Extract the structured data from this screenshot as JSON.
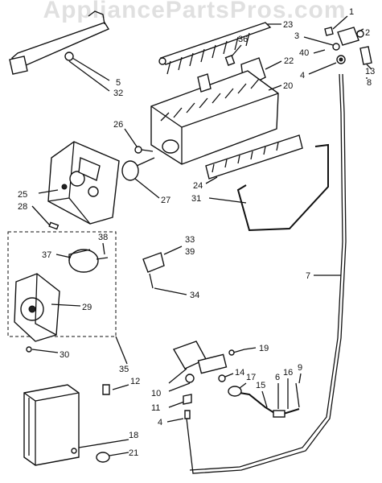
{
  "watermark": "AppliancePartsPros.com",
  "labels": {
    "l1": "1",
    "l2": "2",
    "l3": "3",
    "l4a": "4",
    "l4b": "4",
    "l5": "5",
    "l6": "6",
    "l7": "7",
    "l8": "8",
    "l9": "9",
    "l10": "10",
    "l11": "11",
    "l12": "12",
    "l13": "13",
    "l14": "14",
    "l15": "15",
    "l16": "16",
    "l17": "17",
    "l18": "18",
    "l19": "19",
    "l20": "20",
    "l21": "21",
    "l22": "22",
    "l23": "23",
    "l24": "24",
    "l25": "25",
    "l26": "26",
    "l27": "27",
    "l28": "28",
    "l29": "29",
    "l30": "30",
    "l31": "31",
    "l32": "32",
    "l33": "33",
    "l34": "34",
    "l35": "35",
    "l36": "36",
    "l37": "37",
    "l38": "38",
    "l39": "39",
    "l40": "40"
  }
}
